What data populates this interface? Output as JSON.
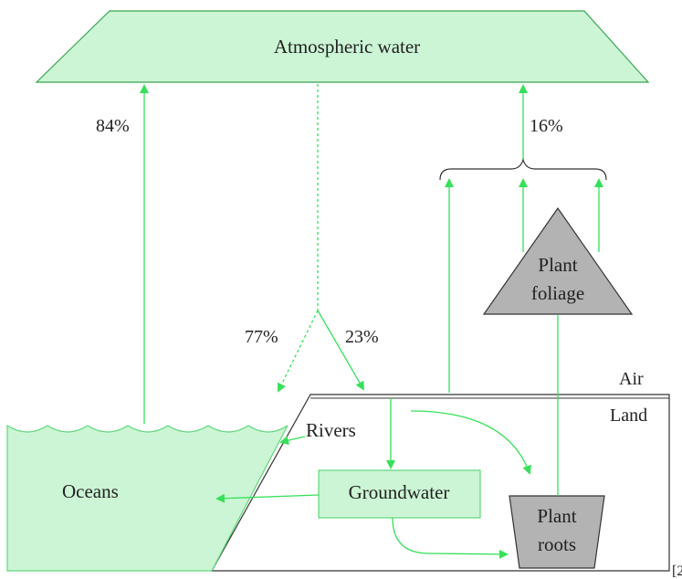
{
  "diagram": {
    "nodes": {
      "atmospheric_water": "Atmospheric water",
      "oceans": "Oceans",
      "rivers": "Rivers",
      "groundwater": "Groundwater",
      "plant_foliage_line1": "Plant",
      "plant_foliage_line2": "foliage",
      "plant_roots_line1": "Plant",
      "plant_roots_line2": "roots"
    },
    "regions": {
      "air": "Air",
      "land": "Land"
    },
    "percentages": {
      "ocean_evaporation": "84%",
      "land_evapotranspiration": "16%",
      "precip_to_ocean": "77%",
      "precip_to_land": "23%"
    },
    "edge_fragment": "[2"
  },
  "colors": {
    "light_green": "#ccf5d5",
    "green_stroke": "#5fd87a",
    "arrow_green": "#37e05a",
    "plant_gray": "#b3b3b3",
    "outline": "#333333"
  }
}
